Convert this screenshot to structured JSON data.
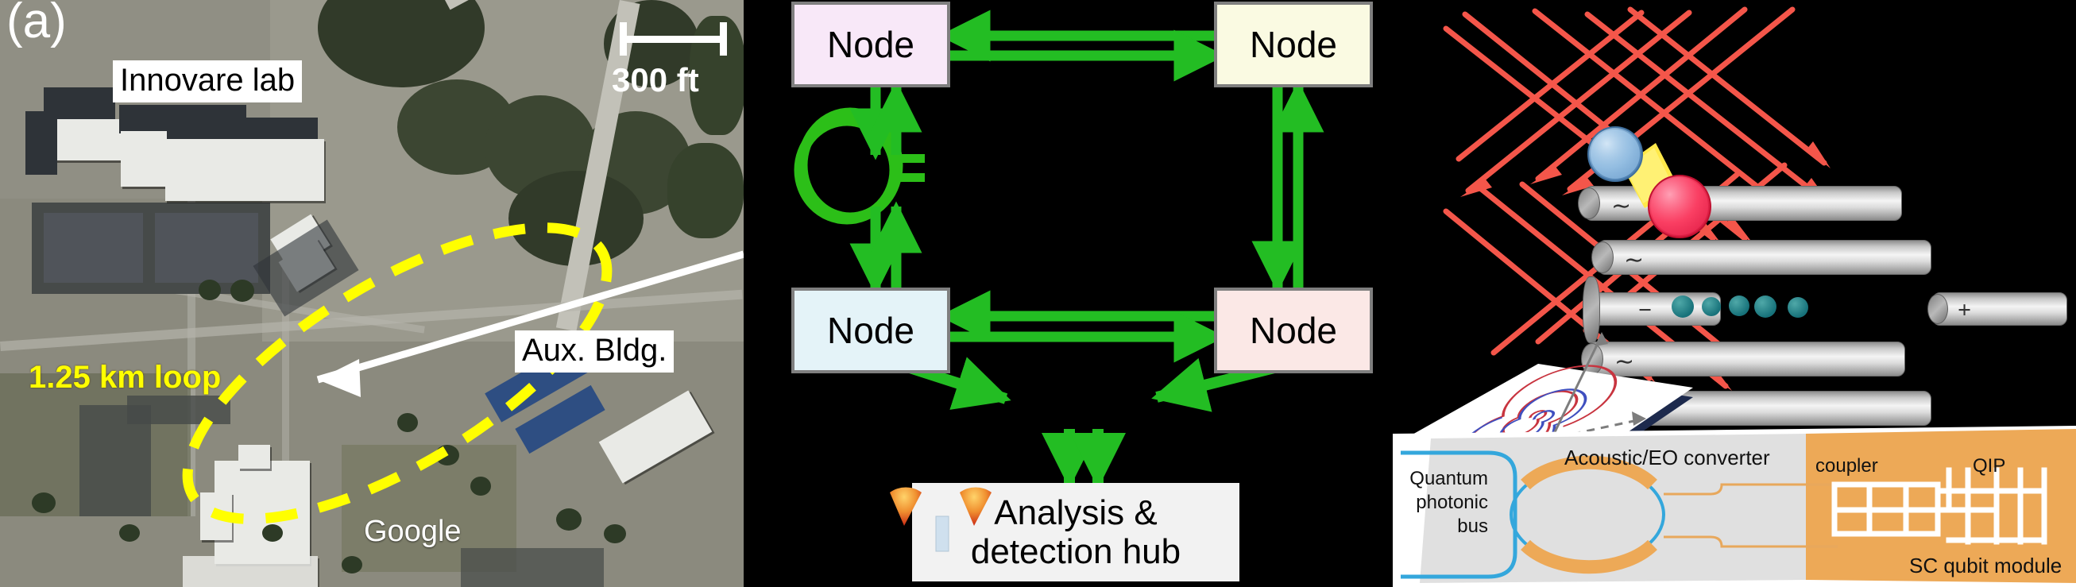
{
  "figure": {
    "panel_letter": "(a)"
  },
  "map": {
    "labels": {
      "innovare": "Innovare lab",
      "aux_bldg": "Aux. Bldg.",
      "loop": "1.25 km loop",
      "watermark": "Google"
    },
    "scale": {
      "distance": "300 ft"
    },
    "colors": {
      "loop_dash": "#ffff00",
      "label_bg": "#ffffff",
      "leader_line": "#ffffff"
    }
  },
  "network": {
    "nodes": [
      {
        "label": "Node",
        "color": "#f8e8f8"
      },
      {
        "label": "Node",
        "color": "#fafae2"
      },
      {
        "label": "Node",
        "color": "#e4f3f8"
      },
      {
        "label": "Node",
        "color": "#fbe8e6"
      }
    ],
    "hub": {
      "line1": "Analysis &",
      "line2": "detection hub",
      "color": "#f2f2f2"
    },
    "colors": {
      "link": "#23bd23",
      "node_border": "#7f7f7f",
      "background": "#000000",
      "fiber_spool": "#2cbf18"
    },
    "icons": {
      "spool": "fiber-spool-icon",
      "detector_left": "detector-icon",
      "detector_right": "detector-icon",
      "beamsplitter": "beamsplitter-icon"
    }
  },
  "ion_trap": {
    "electrodes": [
      {
        "symbol": "∼",
        "kind": "rf"
      },
      {
        "symbol": "∼",
        "kind": "rf"
      },
      {
        "symbol": "−",
        "kind": "dc-endcap-left"
      },
      {
        "symbol": "+",
        "kind": "dc-endcap-right"
      },
      {
        "symbol": "∼",
        "kind": "rf"
      },
      {
        "symbol": "∼",
        "kind": "rf"
      }
    ],
    "ion_count": 5,
    "colors": {
      "laser": "#f4564a",
      "ion": "#17727a",
      "electrode": "#dcdcdc"
    }
  },
  "spin_chip": {
    "colors": {
      "spiral_a": "#c8343f",
      "spiral_b": "#3f4fbf",
      "substrate_top": "#ffffff",
      "substrate_edge": "#1d2a4d",
      "sphere_blue": "#7fb0dc",
      "sphere_red": "#fa3f63",
      "link": "#ffe94a"
    },
    "icons": {
      "spiral": "spiral-antenna-icon",
      "qubit_pair": "entangled-pair-icon"
    }
  },
  "sc_module": {
    "labels": {
      "photonic_bus_line1": "Quantum",
      "photonic_bus_line2": "photonic",
      "photonic_bus_line3": "bus",
      "converter": "Acoustic/EO converter",
      "coupler": "coupler",
      "qip": "QIP",
      "module": "SC qubit module"
    },
    "colors": {
      "left_slab": "#e0e0e0",
      "right_slab": "#eda957",
      "waveguide": "#34a7dc",
      "acoustic": "#eda957",
      "circuit": "#ffffff"
    }
  }
}
